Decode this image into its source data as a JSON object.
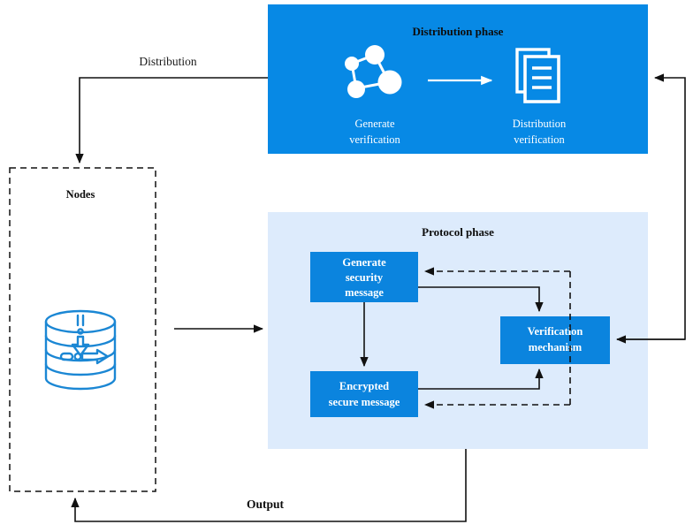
{
  "diagram": {
    "title_distribution_phase": "Distribution phase",
    "title_protocol_phase": "Protocol phase",
    "nodes_label": "Nodes",
    "edge_distribution": "Distribution",
    "edge_output": "Output",
    "distribution_icons": [
      {
        "name": "network-graph-icon",
        "caption_line1": "Generate",
        "caption_line2": "verification"
      },
      {
        "name": "documents-icon",
        "caption_line1": "Distribution",
        "caption_line2": "verification"
      }
    ],
    "protocol_boxes": [
      {
        "id": "generate-security-message",
        "line1": "Generate",
        "line2": "security",
        "line3": "message"
      },
      {
        "id": "encrypted-secure-message",
        "line1": "Encrypted",
        "line2": "secure message",
        "line3": ""
      },
      {
        "id": "verification-mechanism",
        "line1": "Verification",
        "line2": "mechanism",
        "line3": ""
      }
    ],
    "colors": {
      "distribution_panel": "#0789E5",
      "protocol_panel": "#DDEBFC",
      "inner_box": "#0B84DE",
      "icon_stroke": "#ffffff",
      "database_icon": "#1B87D4",
      "edge": "#111111",
      "text_dark": "#0d0d0d",
      "text_light": "#ffffff",
      "background": "#ffffff"
    }
  }
}
